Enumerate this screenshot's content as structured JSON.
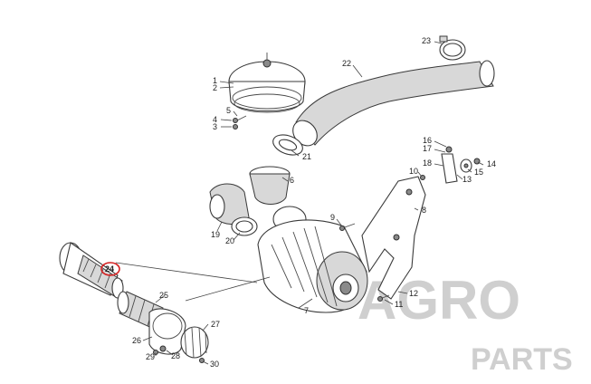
{
  "callouts": {
    "c1": "1",
    "c2": "2",
    "c3": "3",
    "c4": "4",
    "c5": "5",
    "c6": "6",
    "c7": "7",
    "c8": "8",
    "c9": "9",
    "c10": "10",
    "c11": "11",
    "c12": "12",
    "c13": "13",
    "c14": "14",
    "c15": "15",
    "c16": "16",
    "c17": "17",
    "c18": "18",
    "c19": "19",
    "c20": "20",
    "c21": "21",
    "c22": "22",
    "c23": "23",
    "c24": "24",
    "c25": "25",
    "c26": "26",
    "c27": "27",
    "c28": "28",
    "c29": "29",
    "c30": "30"
  },
  "highlighted_callout": "24",
  "highlight_color": "#d42020",
  "watermark": {
    "line1": "AGRO",
    "line2": "PARTS"
  }
}
